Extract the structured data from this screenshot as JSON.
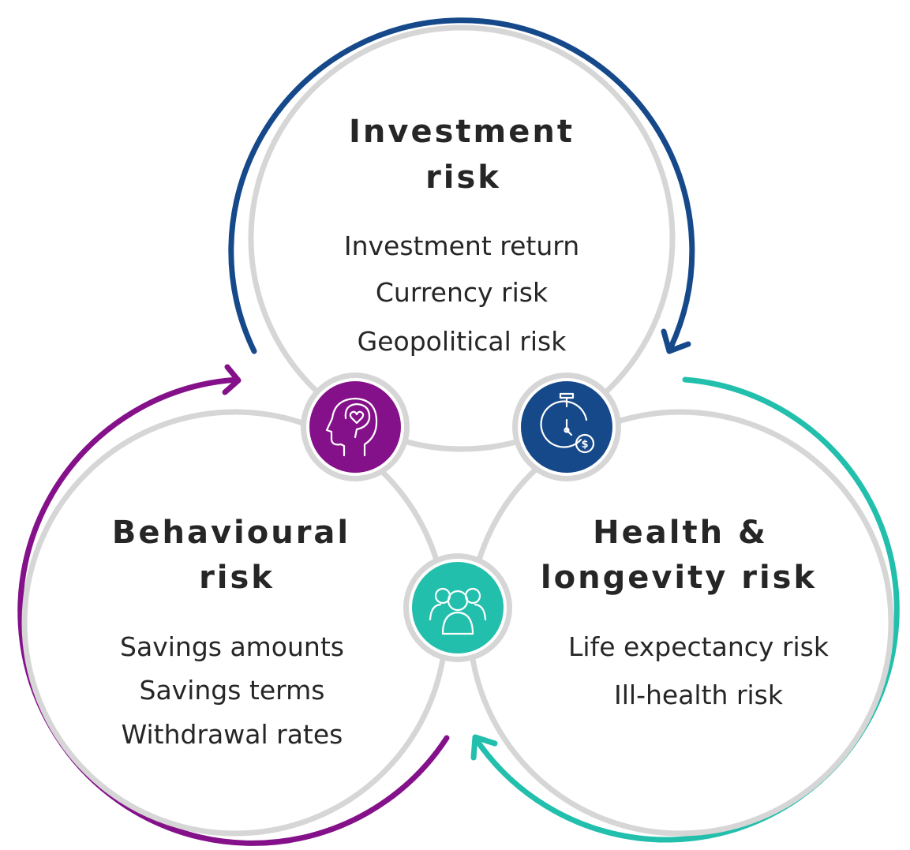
{
  "colors": {
    "investment": "#15498a",
    "behavioural": "#85118a",
    "health": "#22bfad",
    "ring": "#d6d6d6",
    "text": "#262626"
  },
  "investment": {
    "title_line1": "Investment",
    "title_line2": "risk",
    "items": [
      "Investment return",
      "Currency risk",
      "Geopolitical risk"
    ],
    "icon": "stopwatch-dollar-icon"
  },
  "behavioural": {
    "title_line1": "Behavioural",
    "title_line2": "risk",
    "items": [
      "Savings amounts",
      "Savings terms",
      "Withdrawal rates"
    ],
    "icon": "head-heart-icon"
  },
  "health": {
    "title_line1": "Health &",
    "title_line2": "longevity risk",
    "items": [
      "Life expectancy risk",
      "Ill-health risk"
    ],
    "icon": "group-people-icon"
  }
}
